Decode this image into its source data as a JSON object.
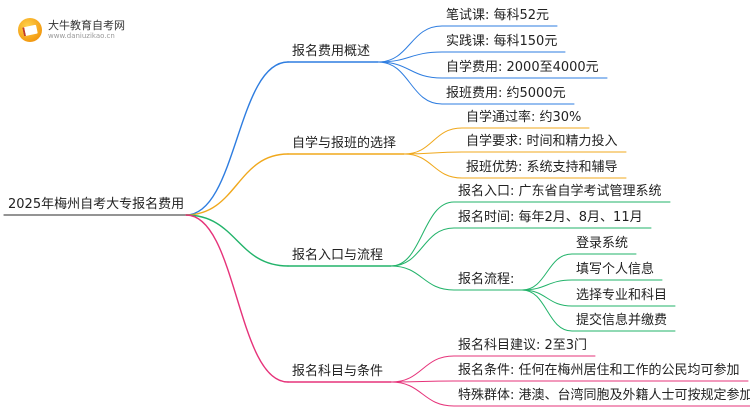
{
  "logo": {
    "name": "大牛教育自考网",
    "url": "www.daniuzikao.cn"
  },
  "mindmap": {
    "root": "2025年梅州自考大专报名费用",
    "branches": [
      {
        "label": "报名费用概述",
        "color": "#2e7de0",
        "children": [
          {
            "label": "笔试课: 每科52元"
          },
          {
            "label": "实践课: 每科150元"
          },
          {
            "label": "自学费用: 2000至4000元"
          },
          {
            "label": "报班费用: 约5000元"
          }
        ]
      },
      {
        "label": "自学与报班的选择",
        "color": "#f0a81c",
        "children": [
          {
            "label": "自学通过率: 约30%"
          },
          {
            "label": "自学要求: 时间和精力投入"
          },
          {
            "label": "报班优势: 系统支持和辅导"
          }
        ]
      },
      {
        "label": "报名入口与流程",
        "color": "#22b36a",
        "children": [
          {
            "label": "报名入口: 广东省自学考试管理系统"
          },
          {
            "label": "报名时间: 每年2月、8月、11月"
          },
          {
            "label": "报名流程:",
            "children": [
              {
                "label": "登录系统"
              },
              {
                "label": "填写个人信息"
              },
              {
                "label": "选择专业和科目"
              },
              {
                "label": "提交信息并缴费"
              }
            ]
          }
        ]
      },
      {
        "label": "报名科目与条件",
        "color": "#e6337a",
        "children": [
          {
            "label": "报名科目建议: 2至3门"
          },
          {
            "label": "报名条件: 任何在梅州居住和工作的公民均可参加"
          },
          {
            "label": "特殊群体: 港澳、台湾同胞及外籍人士可按规定参加"
          }
        ]
      }
    ]
  }
}
